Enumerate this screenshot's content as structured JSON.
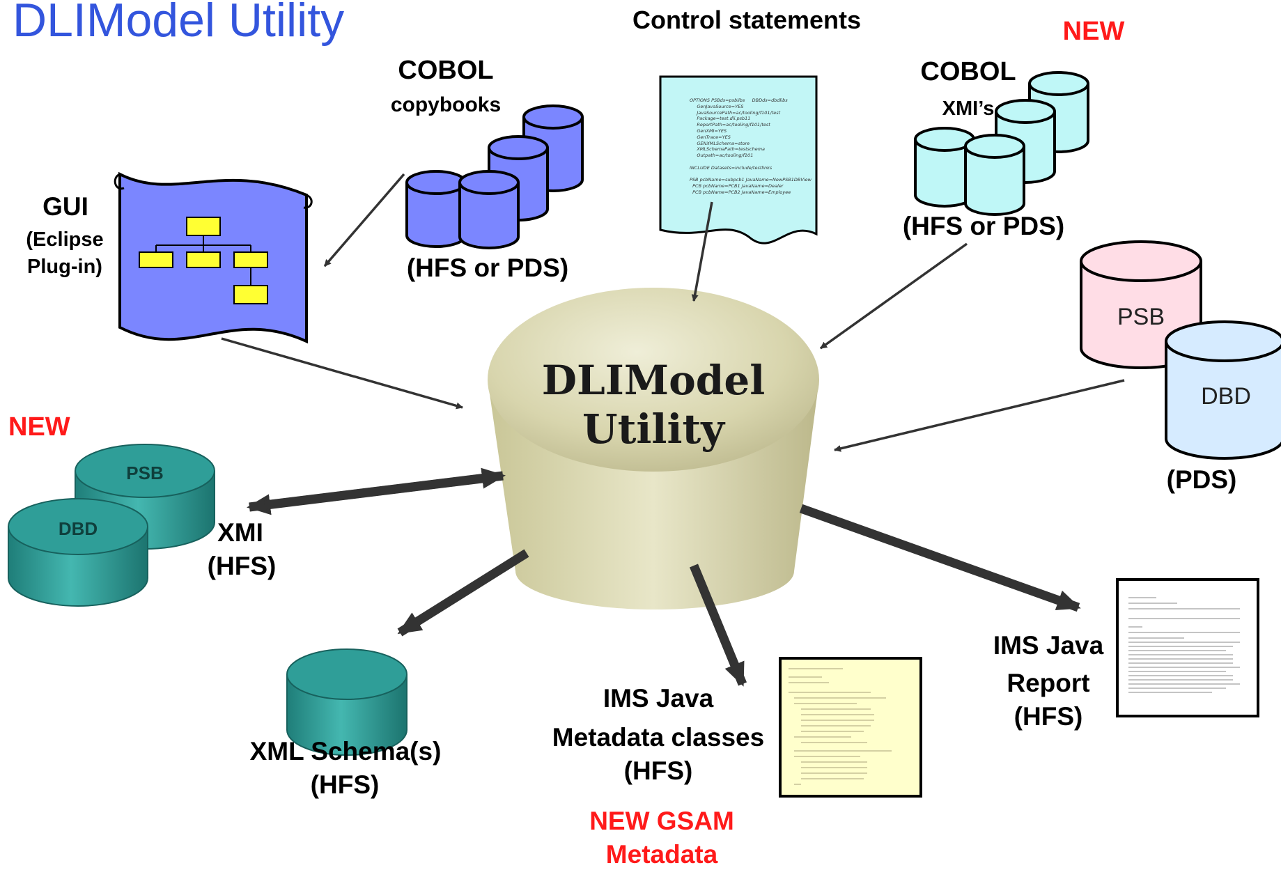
{
  "title": "DLIModel Utility",
  "hub": {
    "line1": "DLIModel",
    "line2": "Utility"
  },
  "control": {
    "label": "Control statements",
    "doc_lines": [
      "OPTIONS PSBds=psblibs     DBDds=dbdlibs",
      "     GenJavaSource=YES",
      "     JavaSourcePath=ac/tooling/f101/test",
      "     Package=test.dli.psb11",
      "     ReportPath=ac/tooling/f101/test",
      "     GenXMI=YES",
      "     GenTrace=YES",
      "     GENXMLSchema=store",
      "     XMLSchemaPath=testschema",
      "     Outpath=ac/tooling/f101",
      "",
      "INCLUDE Datasets=include/testlinks",
      "",
      "PSB pcbName=subpcb1 JavaName=NewPSB1DBView",
      "  PCB pcbName=PCB1 JavaName=Dealer",
      "  PCB pcbName=PCB2 JavaName=Employee"
    ]
  },
  "gui": {
    "label1": "GUI",
    "label2": "(Eclipse",
    "label3": "Plug-in)"
  },
  "cobol_copybooks": {
    "label1": "COBOL",
    "label2": "copybooks",
    "storage": "(HFS or PDS)"
  },
  "cobol_xmis": {
    "new": "NEW",
    "label1": "COBOL",
    "label2": "XMI’s",
    "storage": "(HFS or PDS)"
  },
  "psb_dbd_pds": {
    "psb": "PSB",
    "dbd": "DBD",
    "storage": "(PDS)"
  },
  "xmi_output": {
    "new": "NEW",
    "psb": "PSB",
    "dbd": "DBD",
    "label1": "XMI",
    "label2": "(HFS)"
  },
  "xml_schema": {
    "label1": "XML Schema(s)",
    "label2": "(HFS)"
  },
  "metadata": {
    "label1": "IMS Java",
    "label2": "Metadata classes",
    "label3": "(HFS)",
    "new1": "NEW GSAM",
    "new2": "Metadata"
  },
  "report": {
    "label1": "IMS Java",
    "label2": "Report",
    "label3": "(HFS)"
  },
  "colors": {
    "title": "#3355dd",
    "new": "#ff1a1a",
    "copybook_cylinder": "#7b86ff",
    "xmi_cylinder": "#bff7f7",
    "psb_cylinder": "#ffdde6",
    "dbd_cylinder": "#d6ebff",
    "teal_cylinder": "#2e9c96",
    "hub_cylinder": "#d6d3a8",
    "control_doc": "#c2f6f6",
    "metadata_doc": "#ffffcc"
  }
}
